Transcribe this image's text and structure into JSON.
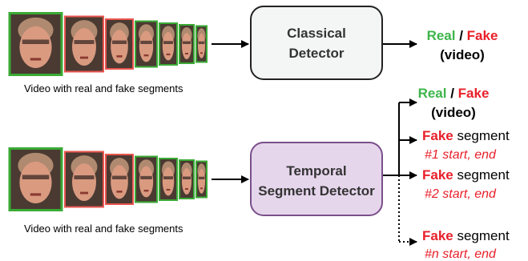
{
  "top_row": {
    "caption": "Video with real and fake segments",
    "detector_label": [
      "Classical",
      "Detector"
    ],
    "output": {
      "real": "Real",
      "slash": " / ",
      "fake": "Fake",
      "note": "(video)"
    }
  },
  "bottom_row": {
    "caption": "Video with real and fake segments",
    "detector_label": [
      "Temporal",
      "Segment Detector"
    ],
    "outputs": {
      "video": {
        "real": "Real",
        "slash": " / ",
        "fake": "Fake",
        "note": "(video)"
      },
      "segments": [
        {
          "fake": "Fake",
          "word": " segment",
          "range": "#1 start, end"
        },
        {
          "fake": "Fake",
          "word": " segment",
          "range": "#2 start, end"
        },
        {
          "fake": "Fake",
          "word": " segment",
          "range": "#n start, end"
        }
      ]
    }
  },
  "film_strip": {
    "frame_borders": [
      "green",
      "red",
      "red",
      "green",
      "green",
      "green",
      "green",
      "green",
      "green"
    ]
  },
  "colors": {
    "real": "#3db54a",
    "fake": "#e8202a",
    "frame_green": "#3aaa35",
    "frame_red": "#e8554e",
    "classical_fill": "#f3f6f4",
    "temporal_fill": "#e6d6ec",
    "temporal_stroke": "#7a4f8a"
  }
}
